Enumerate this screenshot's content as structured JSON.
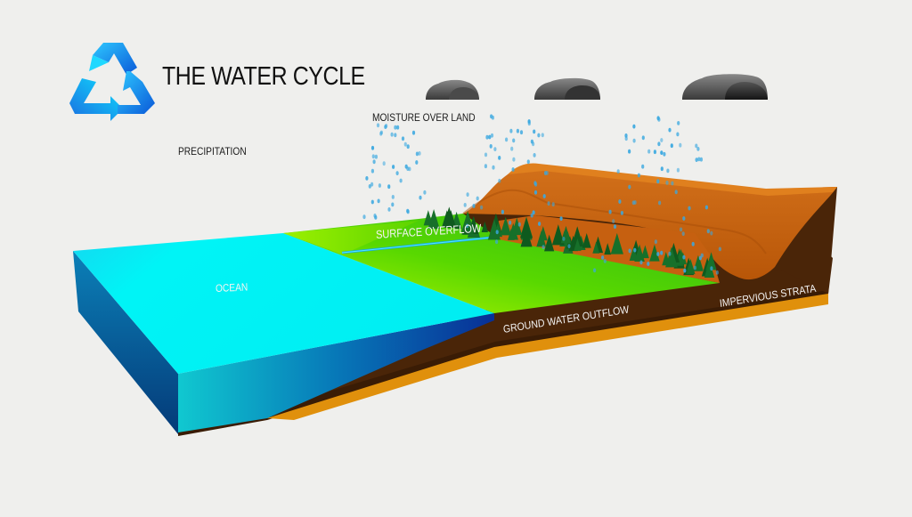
{
  "title": "THE WATER CYCLE",
  "labels": {
    "precipitation": "PRECIPITATION",
    "moisture_over_land": "MOISTURE OVER LAND",
    "surface_overflow": "SURFACE OVERFLOW",
    "ocean": "OCEAN",
    "ground_water_outflow": "GROUND WATER OUTFLOW",
    "impervious_strata": "IMPERVIOUS STRATA"
  },
  "icons": {
    "logo": "recycle-arrows-icon",
    "clouds": [
      "cloud-icon",
      "cloud-icon",
      "cloud-icon"
    ]
  },
  "colors": {
    "background": "#efefed",
    "ocean_top": "#00f0f0",
    "ocean_deep": "#0a3d8f",
    "land_green": "#4cd400",
    "land_lime": "#a8f000",
    "hills": "#c8620c",
    "soil": "#4a2508",
    "strata": "#e0900c",
    "rain": "#3aa8e0",
    "trees": "#0f5a1e"
  }
}
